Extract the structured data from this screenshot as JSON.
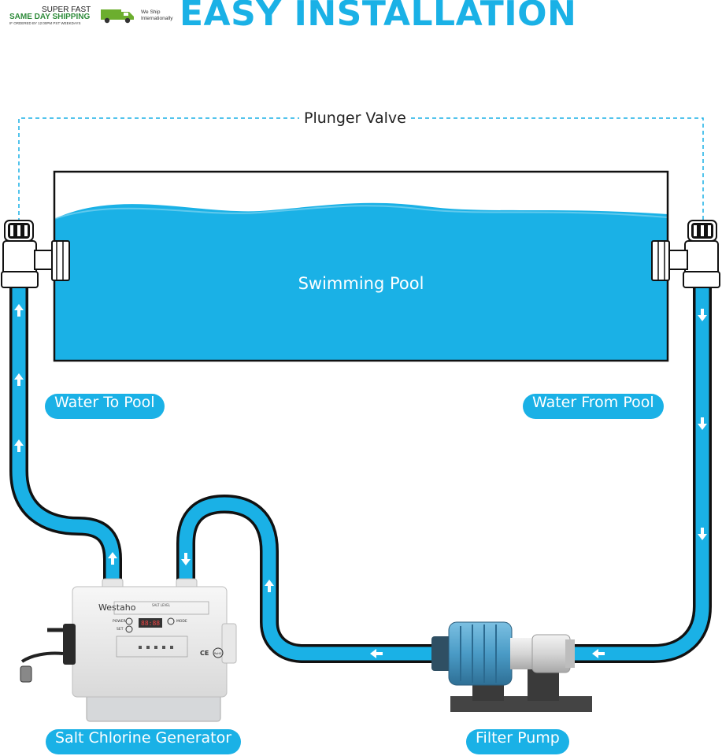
{
  "badge": {
    "line1": "SUPER FAST",
    "line2": "SAME DAY SHIPPING",
    "line3": "IF ORDERED BY 12:00PM PST WEEKDAYS",
    "ship_note": "We Ship Internationally",
    "icon": "delivery-truck-icon"
  },
  "title": "EASY INSTALLATION",
  "labels": {
    "plunger_valve": "Plunger Valve",
    "pool": "Swimming Pool",
    "water_to_pool": "Water To Pool",
    "water_from_pool": "Water From Pool",
    "generator": "Salt Chlorine Generator",
    "pump": "Filter Pump"
  },
  "generator_panel": {
    "brand": "Westaho",
    "salt_level": "SALT LEVEL",
    "display": "88:88",
    "power": "POWER",
    "mode": "MODE",
    "set": "SET",
    "ce_mark": "CE",
    "rohs_mark": "RoHS"
  },
  "colors": {
    "accent": "#1ab1e6",
    "pipe_outline": "#111111",
    "pool_water": "#1ab1e6",
    "pump_blue": "#5aa7cf"
  }
}
